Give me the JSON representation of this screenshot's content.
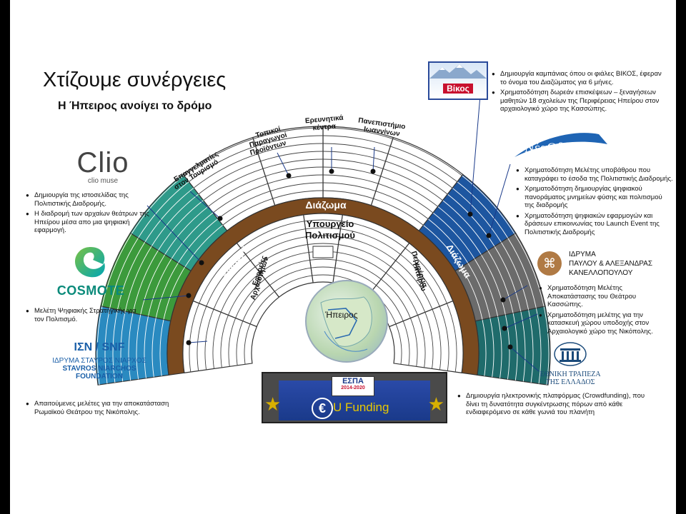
{
  "title": "Χτίζουμε συνέργειες",
  "subtitle": "Η Ήπειρος ανοίγει το δρόμο",
  "theater": {
    "diazoma": "Διάζωμα",
    "center": [
      "Υπουργείο",
      "Πολιτισμού"
    ],
    "map_label": "Ήπειρος",
    "labels": {
      "tourism": [
        "Επαγγελματίες",
        "στον Τουρισμό"
      ],
      "local": [
        "Τοπικοί",
        "Παραγωγοί",
        "Προϊόντων"
      ],
      "research": [
        "Ερευνητικά",
        "κέντρα"
      ],
      "university": [
        "Πανεπιστήμιο",
        "Ιωαννίνων"
      ],
      "ephoreies": [
        "Εφορείες",
        "Αρχαιοτήτων"
      ],
      "region": [
        "Περιφέρεια",
        "Ηπείρου"
      ]
    }
  },
  "logos": {
    "clio": {
      "text": "Clio",
      "sub": "clio muse"
    },
    "cosmote": {
      "text": "COSMOTE"
    },
    "snf": {
      "top": "ΙΣΝ / SNF",
      "line1": "ΙΔΡΥΜΑ ΣΤΑΥΡΟΣ ΝΙΑΡΧΟΣ",
      "line2": "STAVROS NIARCHOS",
      "line3": "FOUNDATION"
    },
    "vikos": {
      "text": "Βίκος"
    },
    "neaodos": {
      "text": "ΝέαΟδός"
    },
    "kanellopoulos": {
      "line1": "ΙΔΡΥΜΑ",
      "line2": "ΠΑΥΛΟΥ & ΑΛΕΞΑΝΔΡΑΣ",
      "line3": "ΚΑΝΕΛΛΟΠΟΥΛΟΥ"
    },
    "ete": {
      "line1": "ΕΘΝΙΚΗ ΤΡΑΠΕΖΑ",
      "line2": "ΤΗΣ ΕΛΛΑΔΟΣ"
    },
    "espa": {
      "text": "ΕΣΠΑ",
      "years": "2014-2020",
      "funding": "U Funding"
    }
  },
  "bullets": {
    "clio": [
      "Δημιουργία της ιστοσελίδας της Πολιτιστικής Διαδρομής.",
      "Η διαδρομή των αρχαίων θεάτρων της Ηπείρου μέσα απο μια ψηφιακή εφαρμογή."
    ],
    "cosmote": [
      "Μελέτη Ψηφιακής Στρατηγικής για τον Πολιτισμό."
    ],
    "snf": [
      "Απαιτούμενες μελέτες για την αποκατάσταση Ρωμαϊκού Θεάτρου της Νικόπολης."
    ],
    "vikos": [
      "Δημιουργία καμπάνιας όπου οι φιάλες ΒΙΚΟΣ, έφεραν το όνομα του Διαζώματος για 6 μήνες.",
      "Χρηματοδότηση δωρεάν επισκέψεων – ξεναγήσεων μαθητών 18 σχολείων της Περιφέρειας Ηπείρου στον αρχαιολογικό χώρο της Κασσώπης."
    ],
    "neaodos": [
      "Χρηματοδότηση Μελέτης υποβάθρου που καταγράφει το έσοδα της Πολιτιστικής Διαδρομής.",
      "Χρηματοδότηση δημιουργίας ψηφιακού πανοράματος μνημείων φύσης και πολιτισμού της διαδρομής",
      "Χρηματοδότηση ψηφιακών εφαρμογών και δράσεων επικοινωνίας του Launch Event της Πολιτιστικής Διαδρομής"
    ],
    "kanellopoulos": [
      "Χρηματοδότηση Μελέτης Αποκατάστασης του Θεάτρου Κασσώπης.",
      "Χρηματοδότηση μελέτης για την κατασκευή χώρου υποδοχής στον Αρχαιολογικό χώρο της Νικόπολης."
    ],
    "ete": [
      "Δημιουργία ηλεκτρονικής πλατφόρμας (Crowdfunding), που δίνει τη δυνατότητα συγκέντρωσης πόρων από κάθε ενδιαφερόμενο σε κάθε γωνιά του πλανήτη"
    ]
  },
  "colors": {
    "diazoma": "#7a4a1f",
    "teal": "#2e9a8a",
    "green": "#3c9a3c",
    "blue": "#2a8ac0",
    "darkblue": "#1d56a0",
    "gray": "#6b6b6b",
    "darkteal": "#1f6b6b"
  }
}
